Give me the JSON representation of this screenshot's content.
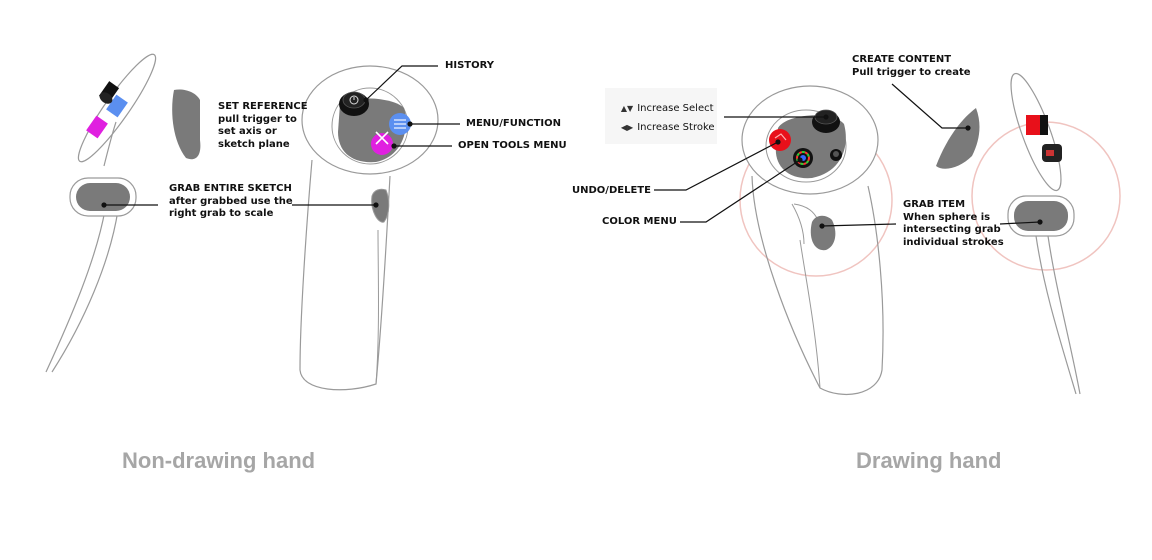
{
  "colors": {
    "controller_gray": "#7a7a7a",
    "outline": "#9a9a9a",
    "magenta": "#e020e0",
    "blue": "#5b8ff0",
    "red": "#e8101a",
    "caption_gray": "#a6a6a6",
    "sphere_pink": "#f0c4c0"
  },
  "left_hand": {
    "caption": "Non-drawing hand",
    "labels": {
      "set_reference_title": "SET REFERENCE",
      "set_reference_line1": "pull trigger to",
      "set_reference_line2": "set axis or",
      "set_reference_line3": "sketch plane",
      "grab_sketch_title": "GRAB ENTIRE SKETCH",
      "grab_sketch_line1": "after grabbed use the",
      "grab_sketch_line2": "right grab to scale",
      "history": "HISTORY",
      "menu_function": "MENU/FUNCTION",
      "open_tools_menu": "OPEN TOOLS MENU"
    },
    "icons": [
      "history-icon",
      "menu-icon",
      "tools-icon"
    ]
  },
  "right_hand": {
    "caption": "Drawing hand",
    "legend": {
      "increase_select": "Increase Select",
      "increase_stroke": "Increase Stroke"
    },
    "labels": {
      "create_content_title": "CREATE CONTENT",
      "create_content_line1": "Pull trigger to create",
      "undo_delete": "UNDO/DELETE",
      "color_menu": "COLOR MENU",
      "grab_item_title": "GRAB ITEM",
      "grab_item_line1": "When sphere is",
      "grab_item_line2": "intersecting grab",
      "grab_item_line3": "individual strokes"
    },
    "icons": [
      "up-down-arrows-icon",
      "left-right-arrows-icon",
      "undo-icon",
      "color-wheel-icon"
    ]
  }
}
